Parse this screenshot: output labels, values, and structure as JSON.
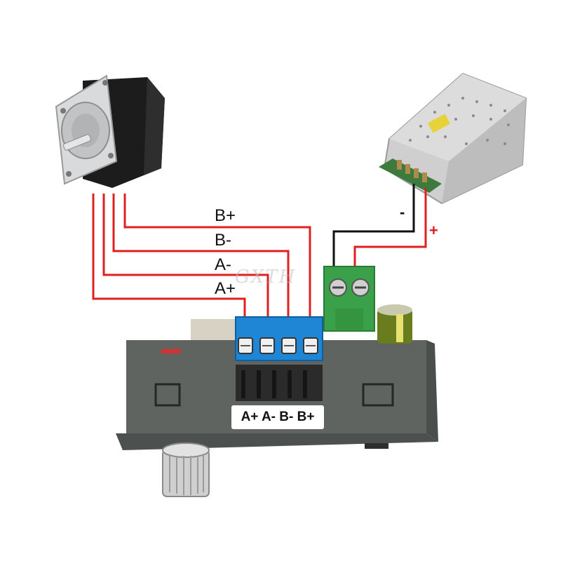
{
  "wire_labels": [
    "B+",
    "B-",
    "A-",
    "A+"
  ],
  "supply_labels": {
    "negative": "-",
    "positive": "+"
  },
  "terminal_strip_label": "A+ A- B- B+",
  "watermark": "GXTH",
  "colors": {
    "coil_wire": "#e02020",
    "negative_wire": "#111111",
    "positive_wire": "#e02020",
    "driver_body": "#5f6461",
    "terminal_block_blue": "#1f86d6",
    "terminal_block_green": "#3aa04a",
    "psu_body": "#c9c9c9"
  },
  "icons": [
    "stepper-motor",
    "power-supply",
    "stepper-driver-module",
    "rotary-encoder-knob",
    "electrolytic-capacitor"
  ]
}
